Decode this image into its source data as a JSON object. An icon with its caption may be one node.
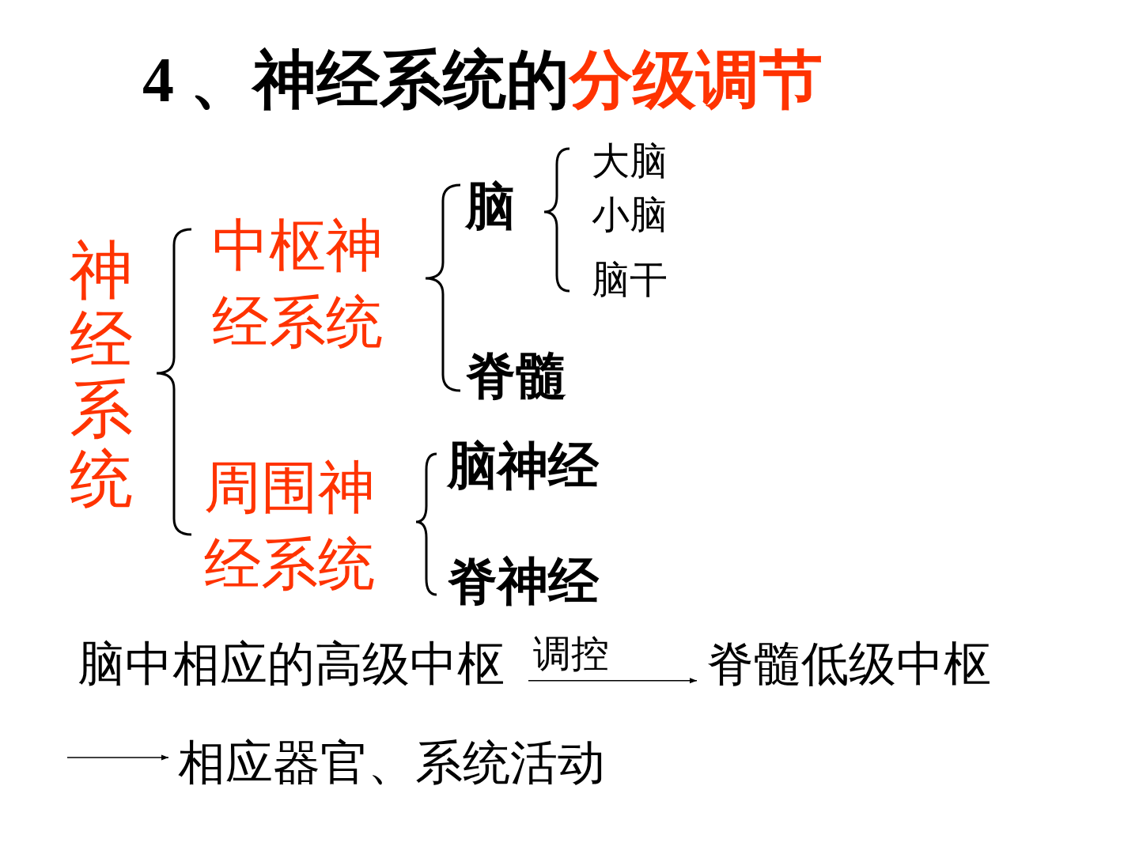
{
  "diagram": {
    "title": "4 、神经系统的**分级调节**",
    "nodes": [
      {
        "text": [
          "脑中相应的高级中枢"
        ]
      },
      {
        "text": [
          "脊髓低级中枢"
        ]
      },
      {
        "text": [
          "相应器官、系统活动"
        ]
      }
    ],
    "edges": [
      {
        "from": 0,
        "to": 1,
        "arrow": "to",
        "label": "调控"
      },
      {
        "from": null,
        "to": 2,
        "arrow": "to"
      }
    ],
    "labels": [
      "神经系统",
      "中枢神经系统",
      "周围神经系统",
      "脑",
      "大脑",
      "小脑",
      "脑干",
      "脊髓",
      "脑神经",
      "脊神经"
    ]
  }
}
